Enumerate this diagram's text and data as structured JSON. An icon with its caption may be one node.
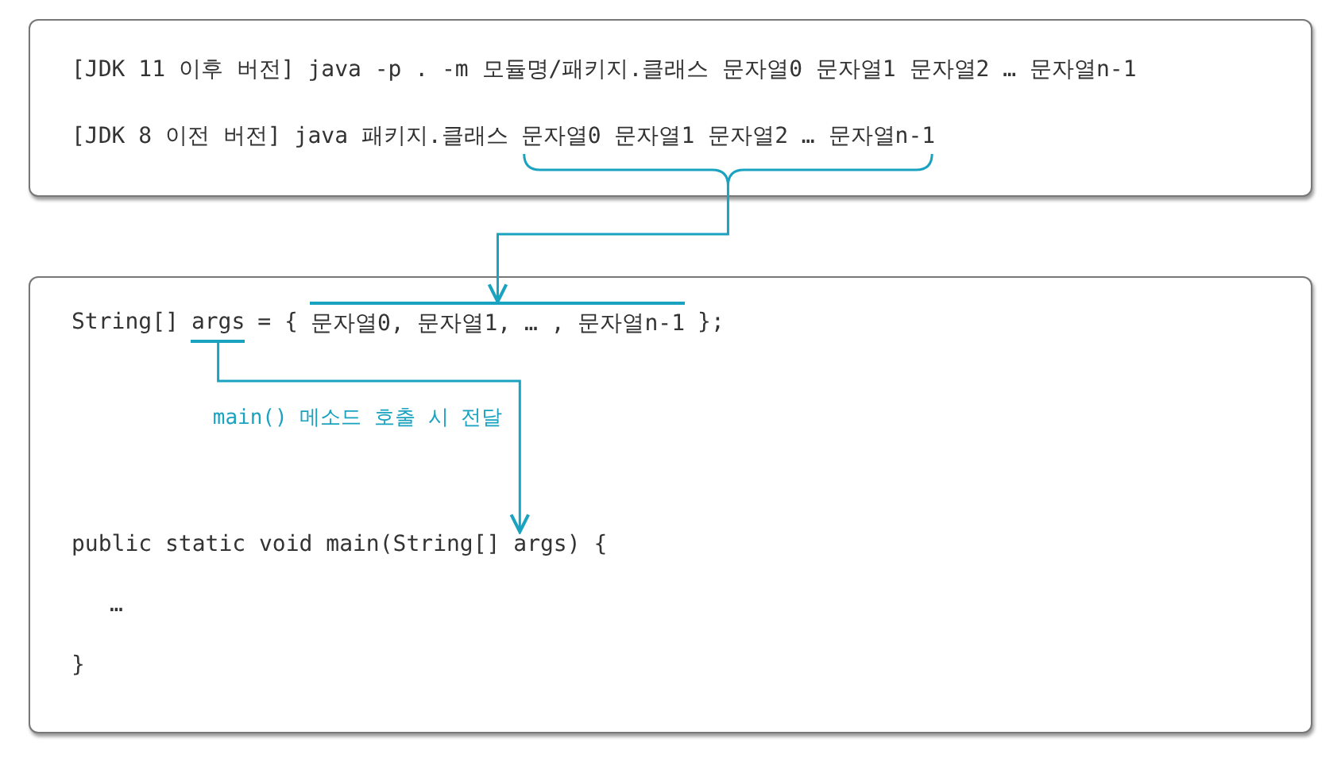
{
  "diagram": {
    "nodes": [
      {
        "text": [],
        "shape": "box"
      },
      {
        "text": [
          "문자열0 문자열1 문자열2 … 문자열n-1"
        ],
        "in": 0
      },
      {
        "text": [],
        "shape": "box"
      },
      {
        "text": [
          "args"
        ],
        "in": 2
      },
      {
        "text": [
          "문자열0, 문자열1, … , 문자열n-1"
        ],
        "in": 2
      },
      {
        "text": [
          "public static void main(String[] args) {"
        ],
        "in": 2
      }
    ],
    "edges": [
      {
        "from": 1,
        "to": 4,
        "arrow": "to"
      },
      {
        "from": 3,
        "to": 5,
        "arrow": "to",
        "label": "main() 메소드 호출 시 전달"
      }
    ],
    "labels": [
      "[JDK 11 이후 버전] java -p . -m 모듈명/패키지.클래스 문자열0 문자열1 문자열2 … 문자열n-1",
      "[JDK 8 이전 버전] java 패키지.클래스",
      "String[]",
      "= {",
      "};",
      "…",
      "}"
    ]
  }
}
